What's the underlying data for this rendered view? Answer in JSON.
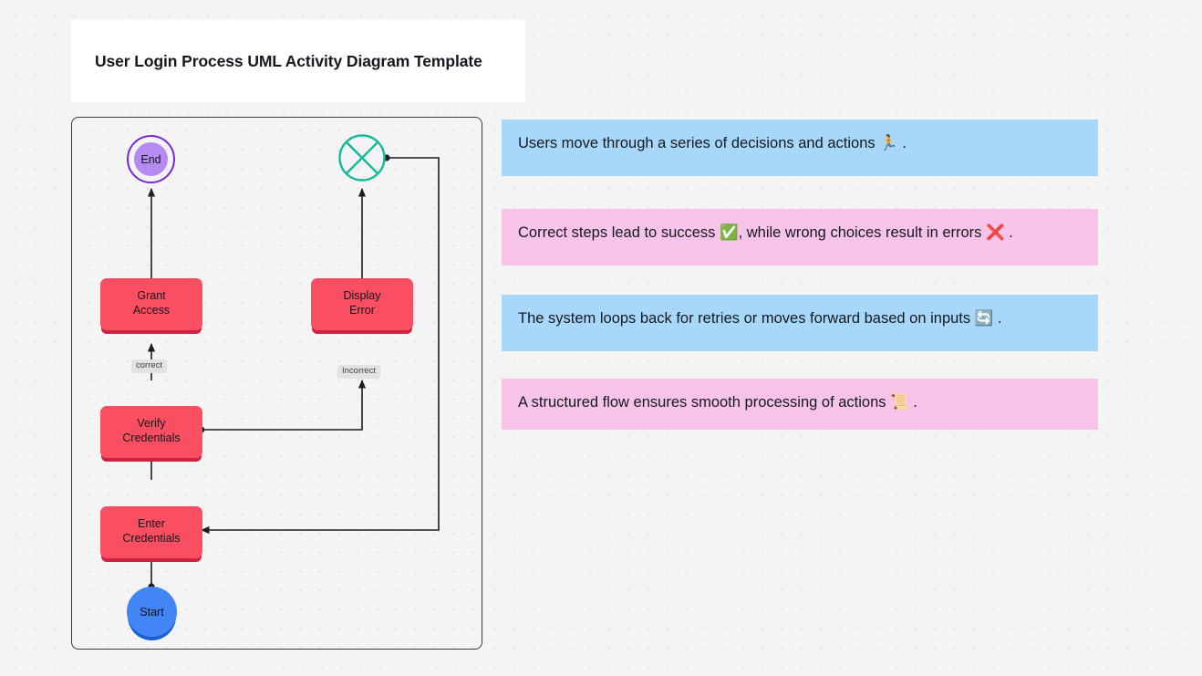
{
  "title": "User Login Process UML Activity Diagram Template",
  "diagram": {
    "nodes": [
      {
        "id": "end",
        "label": "End",
        "type": "end-terminal",
        "color": "#7826e0"
      },
      {
        "id": "exit",
        "label": "",
        "type": "exit-terminate",
        "color": "#15b89a"
      },
      {
        "id": "grant",
        "label": "Grant\nAccess",
        "line1": "Grant",
        "line2": "Access",
        "type": "action",
        "color": "#fa4e63"
      },
      {
        "id": "display",
        "label": "Display\nError",
        "line1": "Display",
        "line2": "Error",
        "type": "action",
        "color": "#fa4e63"
      },
      {
        "id": "verify",
        "label": "Verify\nCredentials",
        "line1": "Verify",
        "line2": "Credentials",
        "type": "action",
        "color": "#fa4e63"
      },
      {
        "id": "enter",
        "label": "Enter\nCredentials",
        "line1": "Enter",
        "line2": "Credentials",
        "type": "action",
        "color": "#fa4e63"
      },
      {
        "id": "start",
        "label": "Start",
        "type": "start-terminal",
        "color": "#4285f4"
      }
    ],
    "edge_labels": {
      "correct": "correct",
      "incorrect": "Incorrect"
    }
  },
  "callouts": [
    {
      "color": "blue",
      "text_before": "Users move through a series of decisions and actions ",
      "emoji": "🏃",
      "text_after": " ."
    },
    {
      "color": "pink",
      "text_before": "Correct steps lead to success ",
      "emoji": "✅",
      "text_after": ", while wrong choices result in errors ",
      "emoji2": "❌",
      "text_end": " ."
    },
    {
      "color": "blue",
      "text_before": "The system loops back for retries or moves forward based on inputs ",
      "emoji": "🔄",
      "text_after": " ."
    },
    {
      "color": "pink",
      "text_before": "A structured flow ensures smooth processing of actions ",
      "emoji": "📜",
      "text_after": " ."
    }
  ]
}
